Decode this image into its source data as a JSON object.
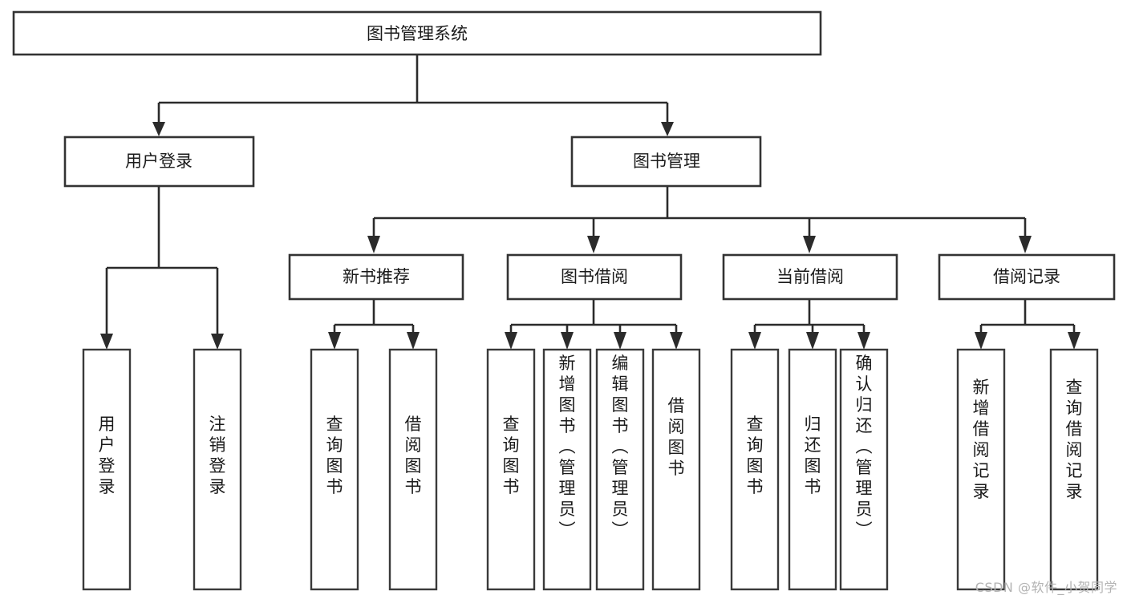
{
  "diagram": {
    "type": "hierarchy-tree",
    "title": "图书管理系统",
    "root": {
      "label": "图书管理系统"
    },
    "level2": [
      {
        "label": "用户登录"
      },
      {
        "label": "图书管理"
      }
    ],
    "level3": [
      {
        "label": "新书推荐"
      },
      {
        "label": "图书借阅"
      },
      {
        "label": "当前借阅"
      },
      {
        "label": "借阅记录"
      }
    ],
    "leaves": [
      {
        "label": "用户登录",
        "parent": "用户登录"
      },
      {
        "label": "注销登录",
        "parent": "用户登录"
      },
      {
        "label": "查询图书",
        "parent": "新书推荐"
      },
      {
        "label": "借阅图书",
        "parent": "新书推荐"
      },
      {
        "label": "查询图书",
        "parent": "图书借阅"
      },
      {
        "label": "新增图书（管理员）",
        "parent": "图书借阅"
      },
      {
        "label": "编辑图书（管理员）",
        "parent": "图书借阅"
      },
      {
        "label": "借阅图书",
        "parent": "图书借阅"
      },
      {
        "label": "查询图书",
        "parent": "当前借阅"
      },
      {
        "label": "归还图书",
        "parent": "当前借阅"
      },
      {
        "label": "确认归还（管理员）",
        "parent": "当前借阅"
      },
      {
        "label": "新增借阅记录",
        "parent": "借阅记录"
      },
      {
        "label": "查询借阅记录",
        "parent": "借阅记录"
      }
    ],
    "colors": {
      "box_stroke": "#333333",
      "connector": "#2b2b2b",
      "text": "#1a1a1a",
      "background": "#ffffff",
      "watermark": "#b3b3b3"
    }
  },
  "watermark": {
    "text": "CSDN @软件_小贺同学"
  }
}
